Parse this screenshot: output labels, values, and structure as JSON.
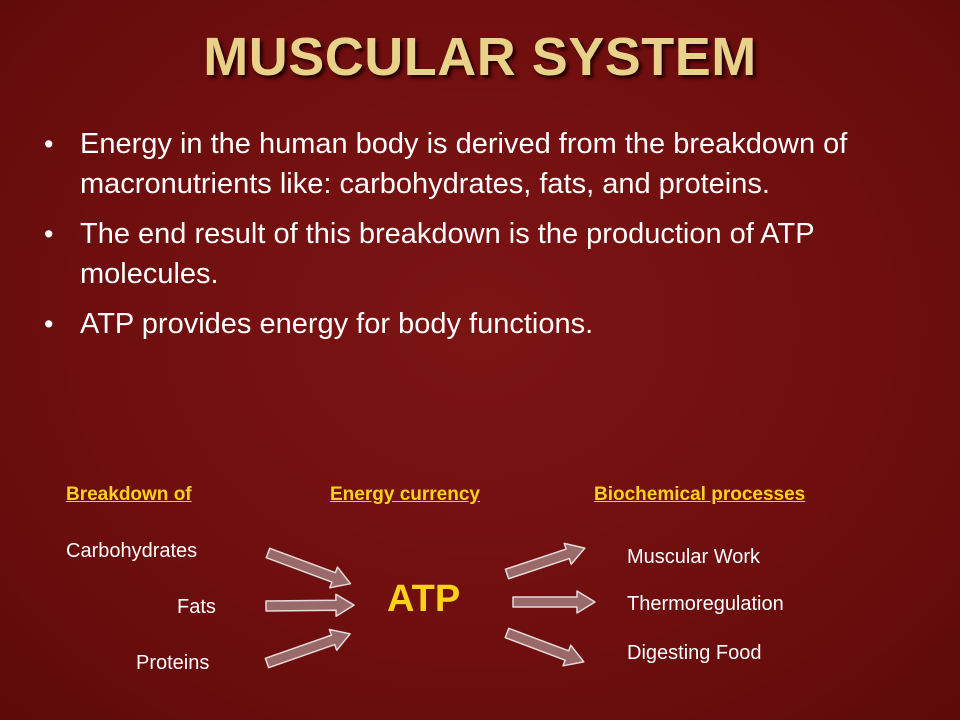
{
  "title": "MUSCULAR SYSTEM",
  "bullets": [
    "Energy in the human body is derived from the breakdown of macronutrients like: carbohydrates, fats, and proteins.",
    "The end result of this breakdown is the production of ATP molecules.",
    "ATP provides energy for body functions."
  ],
  "diagram": {
    "headers": {
      "breakdown": "Breakdown of",
      "currency": "Energy currency",
      "processes": "Biochemical processes"
    },
    "inputs": [
      "Carbohydrates",
      "Fats",
      "Proteins"
    ],
    "center": "ATP",
    "outputs": [
      "Muscular Work",
      "Thermoregulation",
      "Digesting Food"
    ]
  },
  "colors": {
    "background": "#6e0e0e",
    "title": "#e8d28a",
    "accent": "#ffd21a",
    "text": "#ffffff",
    "arrow_fill": "#9a6a6a"
  }
}
